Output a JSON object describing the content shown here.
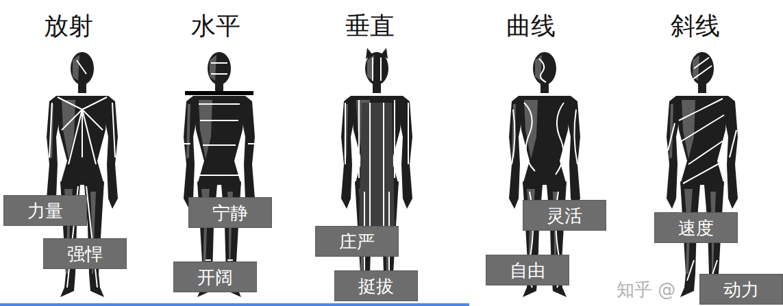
{
  "diagram": {
    "nodes": [
      {
        "text": [
          "力量"
        ]
      },
      {
        "text": [
          "强悍"
        ]
      },
      {
        "text": [
          "宁静"
        ]
      },
      {
        "text": [
          "开阔"
        ]
      },
      {
        "text": [
          "庄严"
        ]
      },
      {
        "text": [
          "挺拔"
        ]
      },
      {
        "text": [
          "灵活"
        ]
      },
      {
        "text": [
          "自由"
        ]
      },
      {
        "text": [
          "速度"
        ]
      },
      {
        "text": [
          "动力"
        ]
      }
    ],
    "labels": [
      "放射",
      "水平",
      "垂直",
      "曲线",
      "斜线",
      "知乎 @"
    ]
  }
}
